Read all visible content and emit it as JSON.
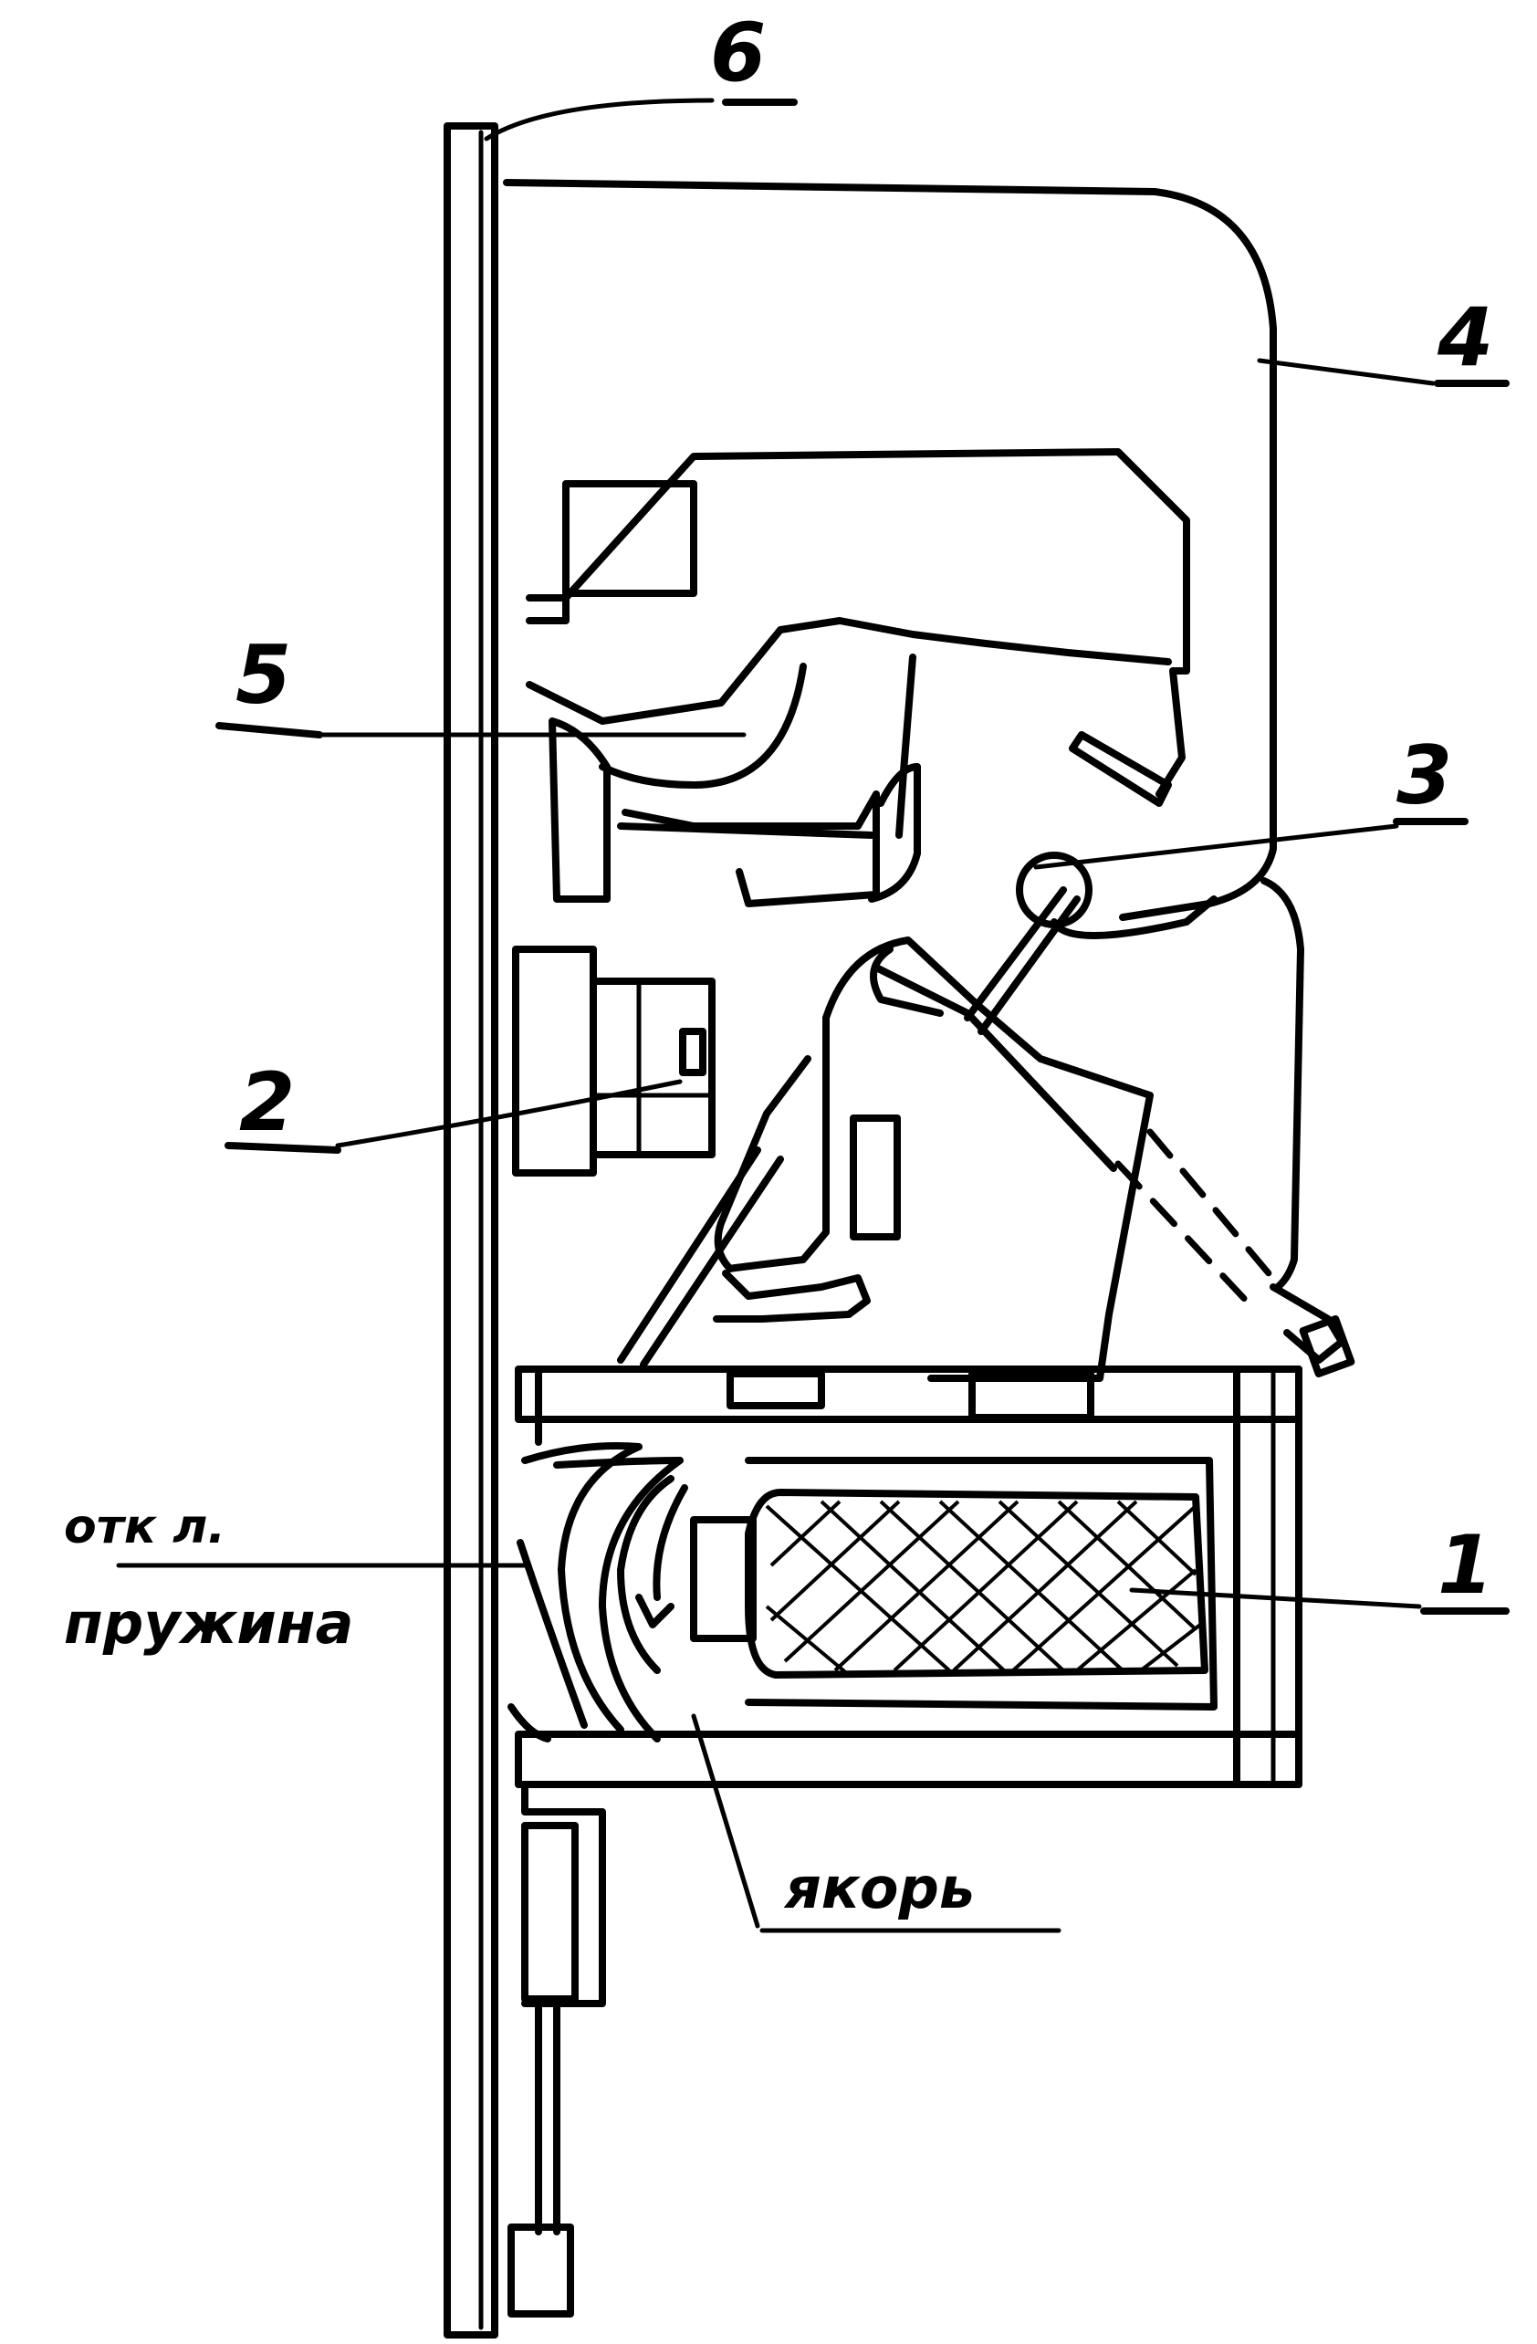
{
  "labels": {
    "l1": "1",
    "l2": "2",
    "l3": "3",
    "l4": "4",
    "l5": "5",
    "l6": "6",
    "otkl": "отк л.",
    "pruzhina": "пружина",
    "yakor": "якорь"
  },
  "colors": {
    "ink": "#000000",
    "paper": "#ffffff"
  }
}
